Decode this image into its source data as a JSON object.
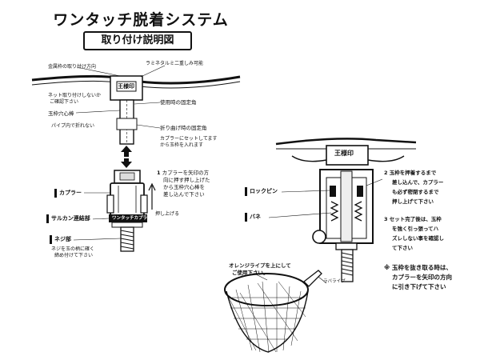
{
  "title": "ワンタッチ脱着システム",
  "subtitle": "取り付け説明図",
  "left": {
    "top_note_left": "金属枠の取り付け方向",
    "top_note_right": "ラミネタルミ二重しみ可能",
    "brand": "王様印",
    "note_turn": "ネット取り付けしないか",
    "note_turn2": "ご確認下さい",
    "core_label": "玉枠穴心棒",
    "pipe_note": "パイプ内で折れない",
    "rod_label": "使用時の固定角",
    "fold_label": "折り曲げ時の固定角",
    "collar_note_1": "カプラーにセットしてます",
    "collar_note_2": "から玉枠を入れます",
    "instr_1": "カプラーを矢印の方",
    "instr_2": "向に押す押し上げた",
    "instr_3": "から玉枠穴心棒を",
    "instr_4": "差し込んで下さい",
    "push_label": "押し上げる",
    "coupler_label": "カプラー",
    "saruka_label": "サルカン連結部",
    "band_text": "ワンタッチカプラー",
    "screw_label": "ネジ部",
    "screw_note_1": "ネジを玉の柄に確く",
    "screw_note_2": "締め付けて下さい"
  },
  "right": {
    "brand": "王様印",
    "lockpin_label": "ロックピン",
    "spring_label": "バネ",
    "step2_num": "2",
    "step2_lines": [
      "玉枠を押着するまで",
      "差し込んで、カプラー",
      "も必ず密閉するまで",
      "押し上げて下さい"
    ],
    "step3_num": "3",
    "step3_lines": [
      "セット完了後は、玉枠",
      "を強く引っ張ってハ",
      "ズレしない事を確認し",
      "て下さい"
    ],
    "step4_num": "※",
    "step4_lines": [
      "玉枠を抜き取る時は、",
      "カプラーを矢印の方向",
      "に引き下げて下さい"
    ],
    "orange_note_1": "オレンジライプを上にして",
    "orange_note_2": "ご使用下さい。",
    "side_label": "ラバライプ"
  }
}
